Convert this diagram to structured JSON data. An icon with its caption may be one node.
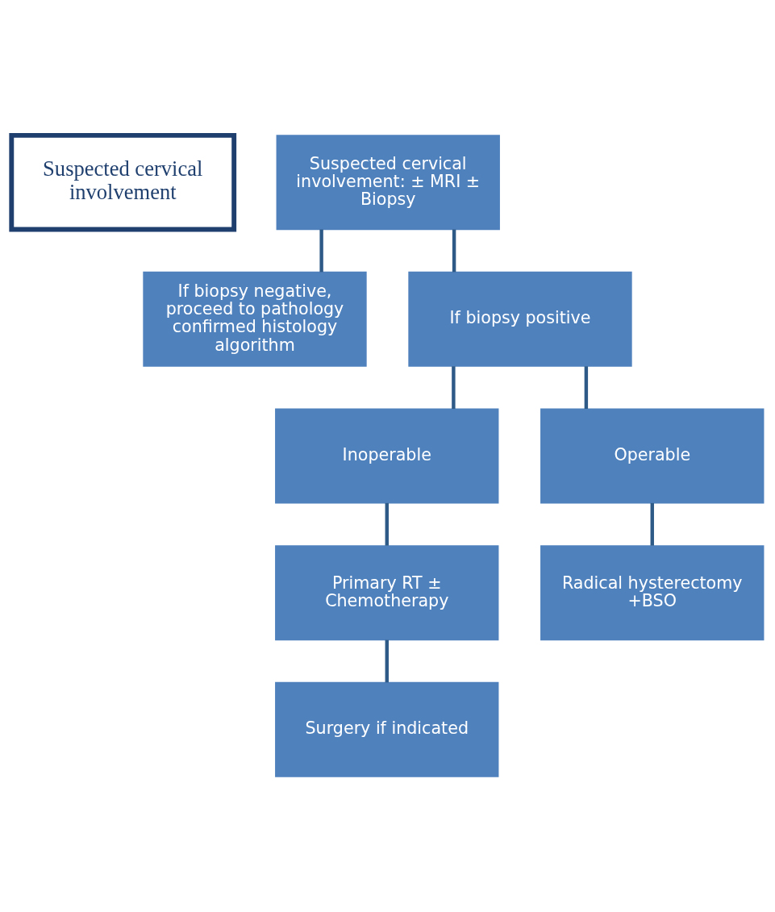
{
  "diagram": {
    "nodes": [
      {
        "text": [
          "Suspected cervical involvement"
        ]
      },
      {
        "text": [
          "Suspected cervical involvement: ± MRI ± Biopsy"
        ]
      },
      {
        "text": [
          "If biopsy negative, proceed to pathology confirmed histology algorithm"
        ]
      },
      {
        "text": [
          "If biopsy positive"
        ]
      },
      {
        "text": [
          "Inoperable"
        ]
      },
      {
        "text": [
          "Operable"
        ]
      },
      {
        "text": [
          "Primary RT ± Chemotherapy"
        ]
      },
      {
        "text": [
          "Radical hysterectomy +BSO"
        ]
      },
      {
        "text": [
          "Surgery if indicated"
        ]
      }
    ],
    "edges": [
      {
        "from": 1,
        "to": 2,
        "arrow": "none"
      },
      {
        "from": 1,
        "to": 3,
        "arrow": "none"
      },
      {
        "from": 3,
        "to": 4,
        "arrow": "none"
      },
      {
        "from": 3,
        "to": 5,
        "arrow": "none"
      },
      {
        "from": 4,
        "to": 6,
        "arrow": "none"
      },
      {
        "from": 5,
        "to": 7,
        "arrow": "none"
      },
      {
        "from": 6,
        "to": 8,
        "arrow": "none"
      }
    ]
  }
}
